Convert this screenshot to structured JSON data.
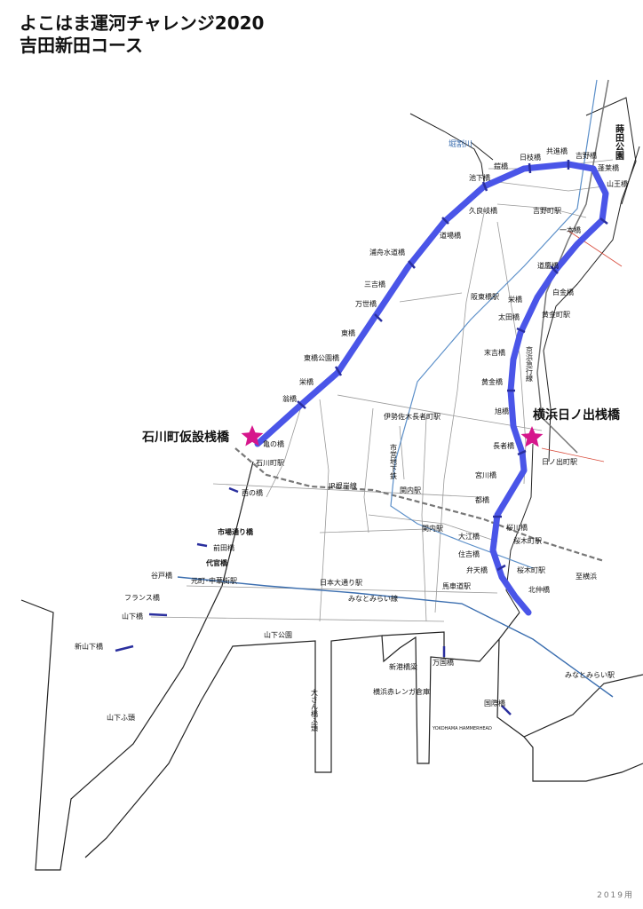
{
  "title": {
    "line1": "よこはま運河チャレンジ2020",
    "line2": "吉田新田コース"
  },
  "colors": {
    "route": "#4a55e8",
    "route_bridge_tick": "#2a2f9e",
    "star": "#d6168c",
    "water_line": "#5b8fc9",
    "coast": "#222222",
    "road": "#999999",
    "rail": "#777777"
  },
  "landmarks": {
    "start_point": "石川町仮設桟橋",
    "goal_point": "横浜日ノ出桟橋",
    "park_vertical": "蒔田公園",
    "river": "堀割川"
  },
  "bridge_labels": {
    "hinoe": "日枝橋",
    "kyoshin": "共進橋",
    "yoshino": "吉野橋",
    "kotobuki": "鎧橋",
    "hora": "蓬莱橋",
    "sanno": "山王橋",
    "ikeshita": "池下橋",
    "kuraki": "久良岐橋",
    "doba": "道場橋",
    "urafune": "浦舟水道橋",
    "sankichi": "三吉橋",
    "banse": "万世橋",
    "higashi": "東橋",
    "higashi_koen": "東橋公園橋",
    "sakae": "栄橋",
    "okina": "翁橋",
    "kame": "亀の橋",
    "ippon": "一本橋",
    "doke": "道慶橋",
    "shirogane": "白金橋",
    "raku": "栄橋",
    "ota": "太田橋",
    "suehiro": "末吉橋",
    "kogane": "黄金橋",
    "asahi": "旭橋",
    "chosha": "長者橋",
    "miyagawa": "宮川橋",
    "miyako": "都橋",
    "sakuragawa": "桜川橋",
    "oe": "大江橋",
    "sumiyoshi": "住吉橋",
    "benten": "弁天橋",
    "kitanaka": "北仲橋",
    "nishino": "西の橋",
    "ichiba": "市場通り橋",
    "maeda": "前田橋",
    "daikan": "代官橋",
    "yato": "谷戸橋",
    "france": "フランス橋",
    "yamashita": "山下橋",
    "shinyamashita": "新山下橋",
    "shinko": "新港橋梁",
    "bankoku": "万国橋",
    "kokusai": "国際橋"
  },
  "station_labels": {
    "yoshinocho": "吉野町駅",
    "bando": "阪東橋駅",
    "koganecho": "黄金町駅",
    "isezaki": "伊勢佐木長者町駅",
    "hinodecho": "日ノ出町駅",
    "ishikawacho": "石川町駅",
    "kannai_jr": "関内駅",
    "kannai_sub": "関内駅",
    "sakuragicho": "桜木町駅",
    "sakuragicho2": "桜木町駅",
    "motomachi": "元町･中華街駅",
    "nihon_odori": "日本大通り駅",
    "bashamichi": "馬車道駅",
    "minatomirai": "みなとみらい駅"
  },
  "line_labels": {
    "keikyu": "京浜急行線",
    "subway": "市営地下鉄",
    "jr_negishi": "JR根岸線",
    "minatomirai_line": "みなとみらい線",
    "to_yokohama": "至横浜"
  },
  "area_labels": {
    "yamashita_park": "山下公園",
    "osanbashi": "大さん橋ふ頭",
    "red_brick": "横浜赤レンガ倉庫",
    "hammerhead": "YOKOHAMA HAMMERHEAD",
    "yamashita_pier": "山下ふ頭"
  },
  "footer": "2019用"
}
